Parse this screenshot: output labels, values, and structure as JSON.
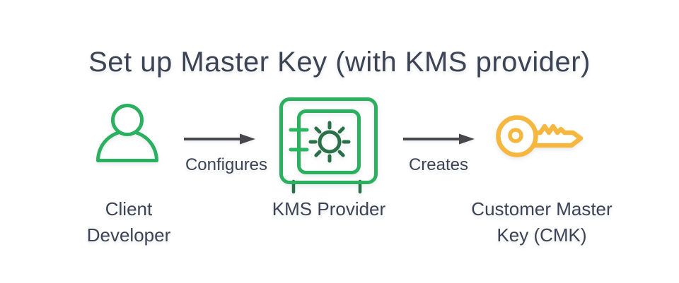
{
  "title": "Set up Master Key (with KMS provider)",
  "nodes": [
    {
      "id": "client-developer",
      "icon": "person-icon",
      "label_line1": "Client",
      "label_line2": "Developer"
    },
    {
      "id": "kms-provider",
      "icon": "vault-icon",
      "label_line1": "KMS Provider"
    },
    {
      "id": "customer-master-key",
      "icon": "key-icon",
      "label_line1": "Customer Master",
      "label_line2": "Key (CMK)"
    }
  ],
  "edges": [
    {
      "from": "client-developer",
      "to": "kms-provider",
      "label": "Configures"
    },
    {
      "from": "kms-provider",
      "to": "customer-master-key",
      "label": "Creates"
    }
  ],
  "colors": {
    "background": "#ffffff",
    "text": "#3c4454",
    "arrow": "#48484c",
    "green": "#2bb05f",
    "green_light": "#29b860",
    "green_dark": "#2a7049",
    "yellow": "#f5b740"
  }
}
